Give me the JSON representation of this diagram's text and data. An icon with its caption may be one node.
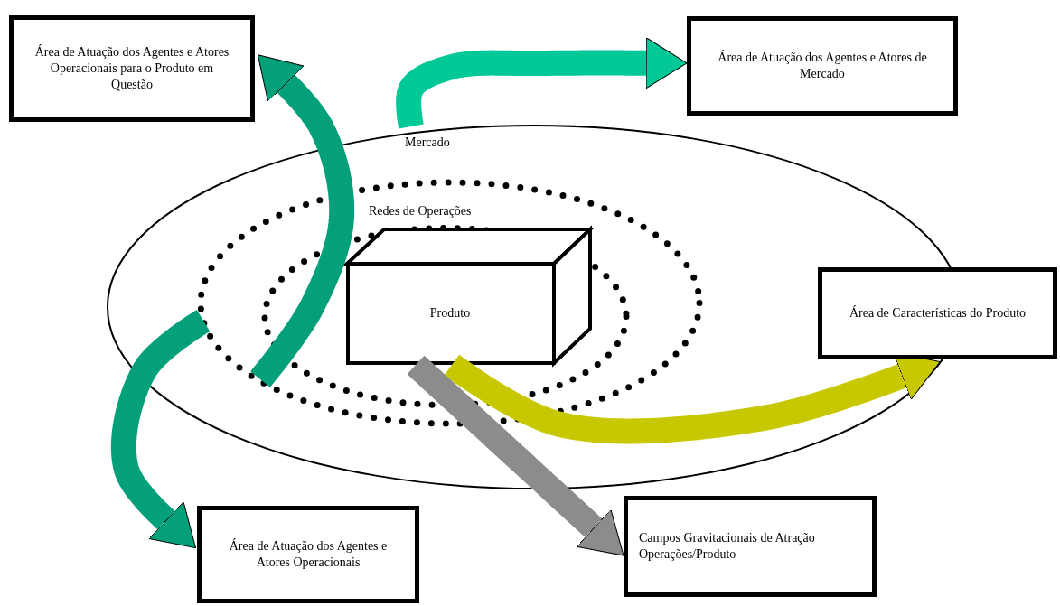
{
  "diagram": {
    "nodes": [
      {
        "text": [
          "Área de Atuação dos Agentes e Atores Operacionais para o Produto em Questão"
        ]
      },
      {
        "text": [
          "Área de Atuação dos Agentes e Atores de Mercado"
        ]
      },
      {
        "text": [
          "Mercado"
        ]
      },
      {
        "text": [
          "Redes de Operações"
        ],
        "in": 2
      },
      {
        "text": [
          "Produto"
        ],
        "in": 3
      },
      {
        "text": [
          "Área de Características do Produto"
        ]
      },
      {
        "text": [
          "Área de Atuação dos Agentes e Atores Operacionais"
        ]
      },
      {
        "text": [
          "Campos Gravitacionais de Atração Operações/Produto"
        ]
      }
    ],
    "edges": [
      {
        "from": 2,
        "to": 1,
        "arrow": "to",
        "color": "#00c896"
      },
      {
        "from": 3,
        "to": 0,
        "arrow": "to",
        "color": "#03a07a"
      },
      {
        "from": 3,
        "to": 6,
        "arrow": "to",
        "color": "#03a07a"
      },
      {
        "from": 4,
        "to": 5,
        "arrow": "to",
        "color": "#c8c800"
      },
      {
        "from": 4,
        "to": 7,
        "arrow": "to",
        "color": "#8c8c8c"
      }
    ]
  }
}
